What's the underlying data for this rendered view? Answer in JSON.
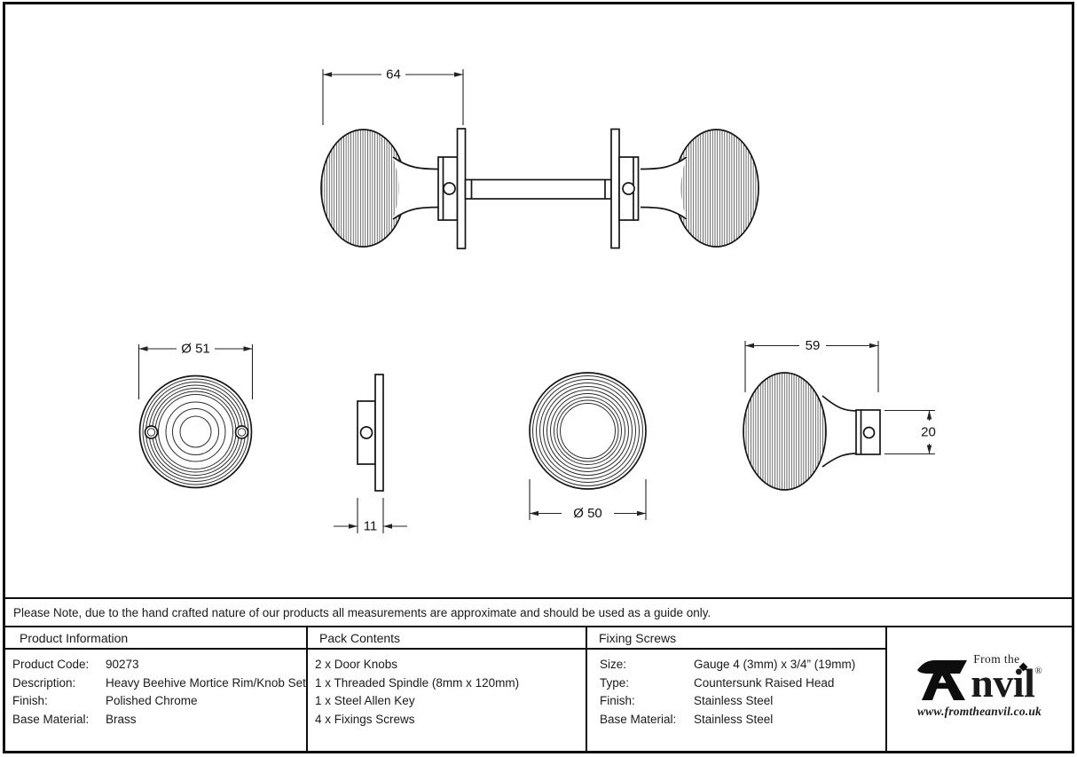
{
  "drawing": {
    "dimensions": {
      "knob_projection": "64",
      "rose_diameter": "Ø 51",
      "rose_depth": "11",
      "knob_face_diameter": "Ø 50",
      "knob_length": "59",
      "collar_height": "20"
    }
  },
  "note": "Please Note, due to the hand crafted nature of our products all measurements are approximate and should be used as a guide only.",
  "table": {
    "product_information": {
      "header": "Product Information",
      "rows": [
        {
          "label": "Product Code:",
          "value": "90273"
        },
        {
          "label": "Description:",
          "value": "Heavy Beehive Mortice Rim/Knob Set"
        },
        {
          "label": "Finish:",
          "value": "Polished Chrome"
        },
        {
          "label": "Base Material:",
          "value": "Brass"
        }
      ]
    },
    "pack_contents": {
      "header": "Pack Contents",
      "items": [
        "2 x Door Knobs",
        "1 x Threaded Spindle (8mm x 120mm)",
        "1 x Steel Allen Key",
        "4 x Fixings Screws"
      ]
    },
    "fixing_screws": {
      "header": "Fixing Screws",
      "rows": [
        {
          "label": "Size:",
          "value": "Gauge 4 (3mm) x 3/4” (19mm)"
        },
        {
          "label": "Type:",
          "value": "Countersunk Raised Head"
        },
        {
          "label": "Finish:",
          "value": "Stainless Steel"
        },
        {
          "label": "Base Material:",
          "value": "Stainless Steel"
        }
      ]
    },
    "brand": {
      "icon": "anvil-icon",
      "tagline": "From the",
      "name_rest": "nvil",
      "registered": "®",
      "website": "www.fromtheanvil.co.uk"
    }
  }
}
